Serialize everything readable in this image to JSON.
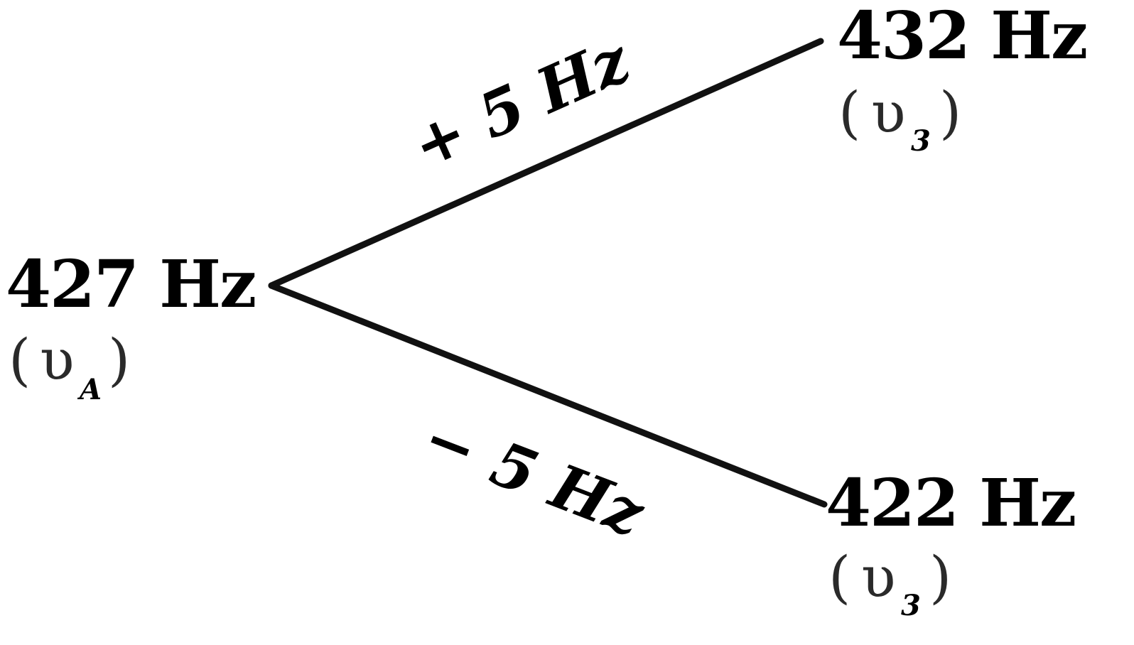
{
  "nodes": {
    "source": {
      "freq": "427 Hz",
      "open": "(",
      "sym": "υ",
      "sub": "A",
      "close": ")"
    },
    "upper": {
      "freq": "432 Hz",
      "open": "(",
      "sym": "υ",
      "sub": "3",
      "close": ")"
    },
    "lower": {
      "freq": "422 Hz",
      "open": "(",
      "sym": "υ",
      "sub": "3",
      "close": ")"
    }
  },
  "edges": {
    "upper_label": "+ 5 Hz",
    "lower_label": "− 5 Hz"
  }
}
